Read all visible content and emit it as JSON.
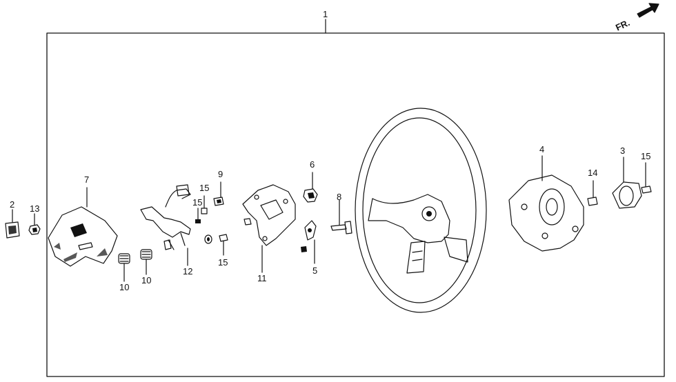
{
  "diagram": {
    "direction_label": "FR.",
    "direction_icon": "arrow-forward-icon",
    "colors": {
      "line": "#111111",
      "background": "#ffffff"
    },
    "callouts": [
      {
        "id": "1",
        "text": "1"
      },
      {
        "id": "2",
        "text": "2"
      },
      {
        "id": "13",
        "text": "13"
      },
      {
        "id": "7",
        "text": "7"
      },
      {
        "id": "10a",
        "text": "10"
      },
      {
        "id": "10b",
        "text": "10"
      },
      {
        "id": "12",
        "text": "12"
      },
      {
        "id": "15a",
        "text": "15"
      },
      {
        "id": "15b",
        "text": "15"
      },
      {
        "id": "15c",
        "text": "15"
      },
      {
        "id": "9",
        "text": "9"
      },
      {
        "id": "11",
        "text": "11"
      },
      {
        "id": "6",
        "text": "6"
      },
      {
        "id": "5",
        "text": "5"
      },
      {
        "id": "8",
        "text": "8"
      },
      {
        "id": "4",
        "text": "4"
      },
      {
        "id": "14",
        "text": "14"
      },
      {
        "id": "3",
        "text": "3"
      },
      {
        "id": "15d",
        "text": "15"
      }
    ]
  }
}
